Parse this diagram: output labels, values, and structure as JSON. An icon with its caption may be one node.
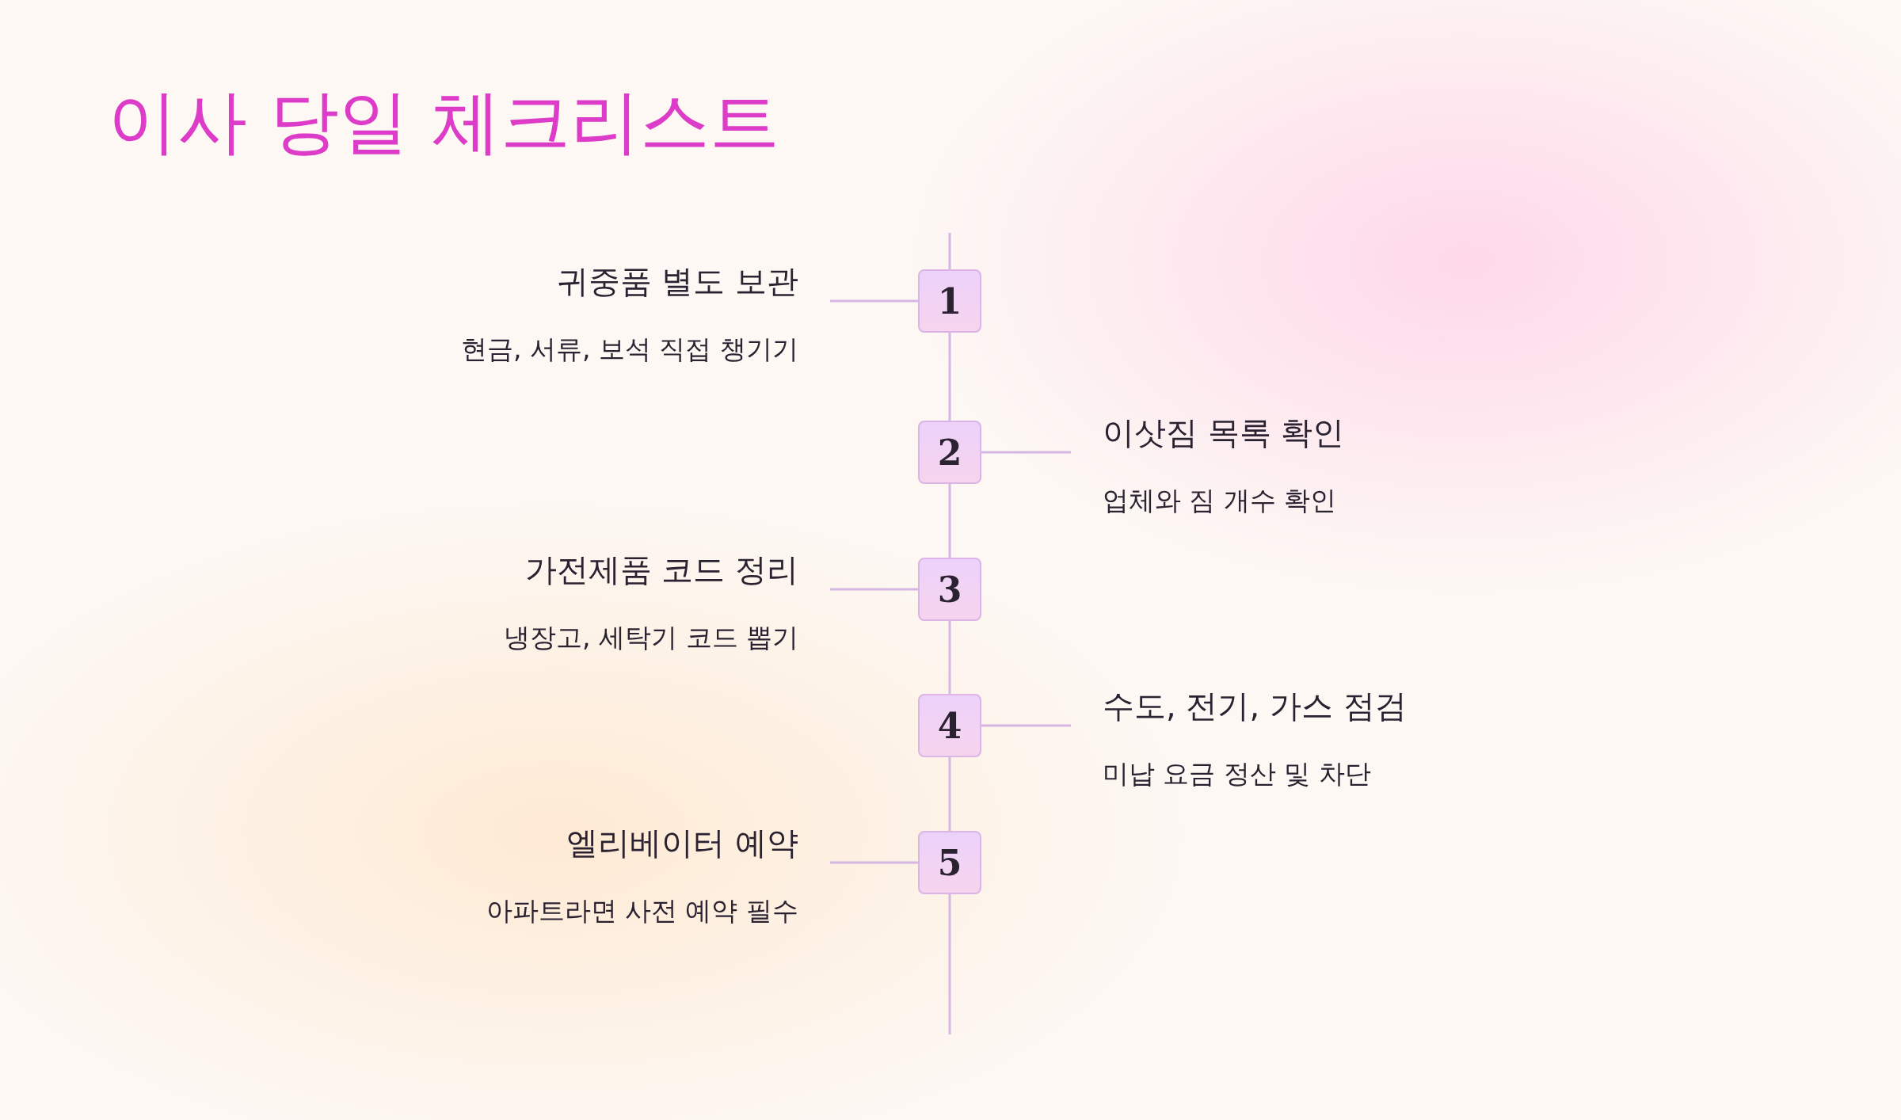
{
  "diagram": {
    "title": "이사 당일 체크리스트",
    "nodes": [
      {
        "text": [
          "1"
        ]
      },
      {
        "text": [
          "귀중품 별도 보관",
          "현금, 서류, 보석 직접 챙기기"
        ]
      },
      {
        "text": [
          "2"
        ]
      },
      {
        "text": [
          "이삿짐 목록 확인",
          "업체와 짐 개수 확인"
        ]
      },
      {
        "text": [
          "3"
        ]
      },
      {
        "text": [
          "가전제품 코드 정리",
          "냉장고, 세탁기 코드 뽑기"
        ]
      },
      {
        "text": [
          "4"
        ]
      },
      {
        "text": [
          "수도, 전기, 가스 점검",
          "미납 요금 정산 및 차단"
        ]
      },
      {
        "text": [
          "5"
        ]
      },
      {
        "text": [
          "엘리베이터 예약",
          "아파트라면 사전 예약 필수"
        ]
      }
    ],
    "edges": [
      {
        "from": 0,
        "to": 1,
        "arrow": "none"
      },
      {
        "from": 2,
        "to": 3,
        "arrow": "none"
      },
      {
        "from": 4,
        "to": 5,
        "arrow": "none"
      },
      {
        "from": 6,
        "to": 7,
        "arrow": "none"
      },
      {
        "from": 8,
        "to": 9,
        "arrow": "none"
      },
      {
        "from": 0,
        "to": 2,
        "arrow": "none"
      },
      {
        "from": 2,
        "to": 4,
        "arrow": "none"
      },
      {
        "from": 4,
        "to": 6,
        "arrow": "none"
      },
      {
        "from": 6,
        "to": 8,
        "arrow": "none"
      }
    ]
  }
}
